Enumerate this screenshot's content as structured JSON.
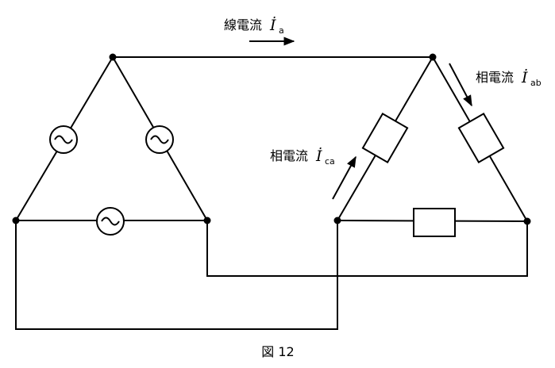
{
  "labels": {
    "line_current": {
      "text": "線電流",
      "symbol": "İ",
      "subscript": "a"
    },
    "phase_current_ab": {
      "text": "相電流",
      "symbol": "İ",
      "subscript": "ab"
    },
    "phase_current_ca": {
      "text": "相電流",
      "symbol": "İ",
      "subscript": "ca"
    }
  },
  "caption": "図 12"
}
